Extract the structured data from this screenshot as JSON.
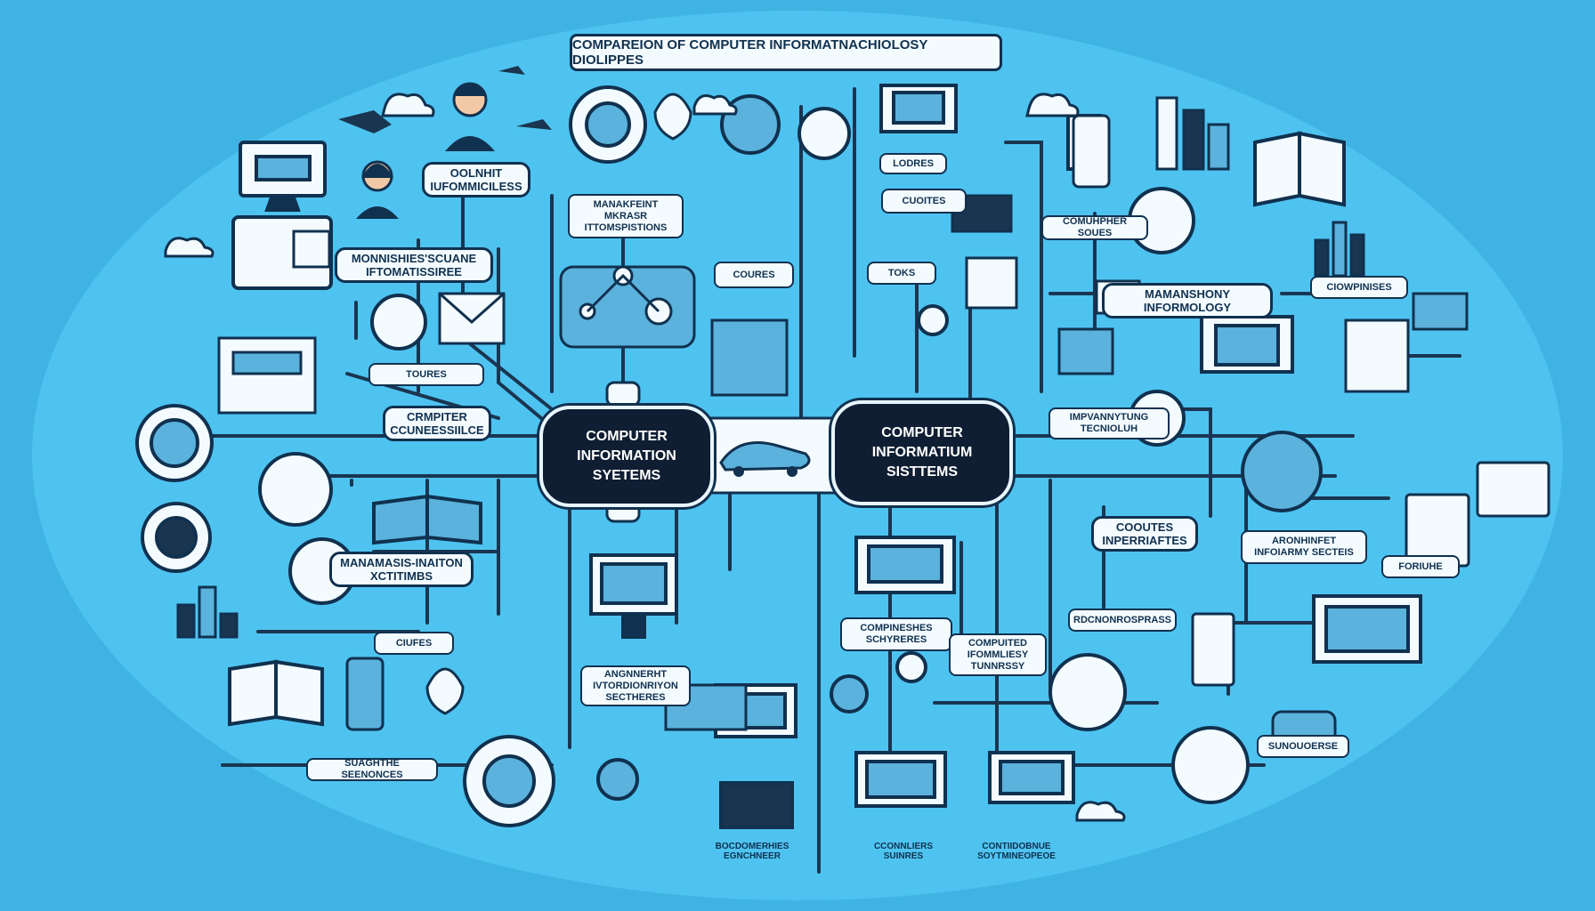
{
  "title": "COMPAREION OF COMPUTER INFORMATNACHIOLOSY DIOLIPPES",
  "hubs": {
    "left": "COMPUTER\nINFORMATION SYETEMS",
    "right": "COMPUTER\nINFORMATIUM SISTTEMS"
  },
  "labels": {
    "oolnhit": "OOLNHIT\nIUFOMMICILESS",
    "monnishies": "MONNISHIES'SCUANE\nIFTOMATISSIREE",
    "toures": "TOURES",
    "crmpiter": "CRMPITER\nCCUNEESSIILCE",
    "manaksit": "MANAMASIS-INAITON\nXCTITIMBS",
    "ciufes": "CIUFES",
    "suaghthe": "SUAGHTHE SEENONCES",
    "manakfeint": "MANAKFEINT\nMKRASR\nITTOMSPISTIONS",
    "coures": "COURES",
    "angnnerht": "ANGNNERHT\nIVTORDIONRIYON\nSECTHERES",
    "lodres": "LODRES",
    "cuoites": "CUOITES",
    "toks": "TOKS",
    "compineshes": "COMPINESHES\nSCHYRERES",
    "compuited": "COMPUITED\nIFOMMLIESY\nTUNNRSSY",
    "comuhper": "COMUHPHER SOUES",
    "mamanshony": "MAMANSHONY\nINFORMOLOGY",
    "ciowpinises": "CIOWPINISES",
    "impvannyting": "IMPVANNYTUNG\nTECNIOLUH",
    "coontes": "COOUTES\nINPERRIAFTES",
    "aronhinfet": "ARONHINFET\nINFOIARMY SECTEIS",
    "foriuhe": "FORIUHE",
    "rdcnorsprass": "RDCNONROSPRASS",
    "sunouoerse": "SUNOUOERSE"
  },
  "captions": {
    "bottom1": "BOCDOMERHIES\nEGNCHNEER",
    "bottom2": "CCONNLIERS\nSUINRES",
    "bottom3": "CONTIIDOBNUE\nSOYTMINEOPEOE"
  },
  "colors": {
    "background": "#3fb4e4",
    "ellipse": "#4ec3f0",
    "navy": "#10314f",
    "line": "#1a3550",
    "card": "#f4fbff",
    "accent": "#5bb2dc"
  },
  "icons": [
    "monitor-icon",
    "person-icon",
    "book-icon",
    "gear-icon",
    "globe-icon",
    "lightbulb-icon",
    "cloud-icon",
    "bar-chart-icon",
    "laptop-icon",
    "tablet-icon",
    "bird-icon",
    "envelope-icon",
    "network-icon",
    "building-icon",
    "robot-icon",
    "map-icon"
  ]
}
